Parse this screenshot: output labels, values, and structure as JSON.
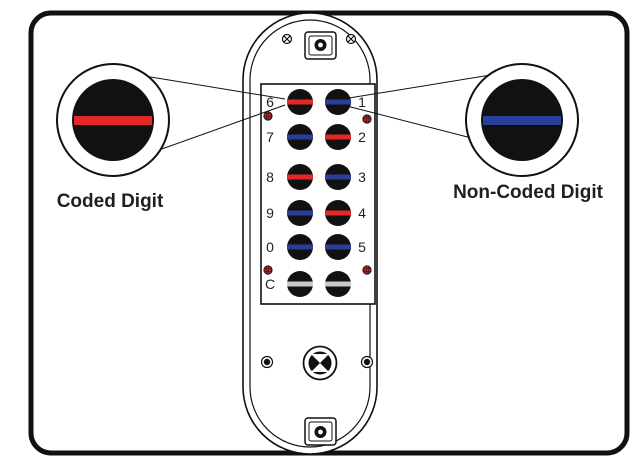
{
  "labels": {
    "coded": "Coded Digit",
    "non_coded": "Non-Coded Digit"
  },
  "keypad": {
    "rows": [
      {
        "left": "6",
        "right": "1",
        "left_state": "coded",
        "right_state": "non-coded"
      },
      {
        "left": "7",
        "right": "2",
        "left_state": "non-coded",
        "right_state": "coded"
      },
      {
        "left": "8",
        "right": "3",
        "left_state": "coded",
        "right_state": "non-coded"
      },
      {
        "left": "9",
        "right": "4",
        "left_state": "non-coded",
        "right_state": "coded"
      },
      {
        "left": "0",
        "right": "5",
        "left_state": "non-coded",
        "right_state": "non-coded"
      },
      {
        "left": "C",
        "right": "",
        "left_state": "clear",
        "right_state": "clear"
      }
    ]
  },
  "colors": {
    "coded": "#e52727",
    "non_coded": "#2a3f9a",
    "clear": "#c9c9c9",
    "button": "#111111",
    "screw": "#c0262a"
  }
}
